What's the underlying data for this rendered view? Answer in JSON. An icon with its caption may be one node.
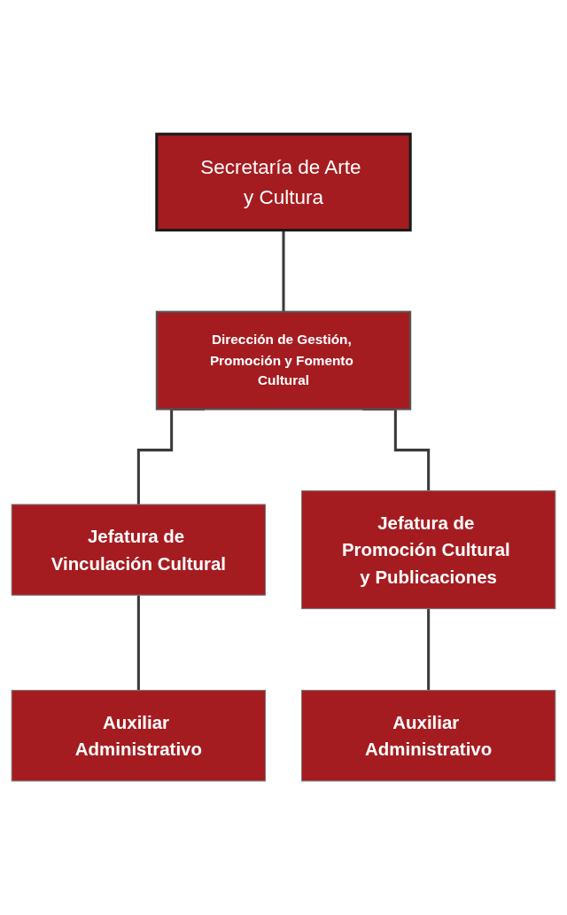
{
  "diagram": {
    "nodes": [
      {
        "text": [
          "Secretaría de Arte y Cultura"
        ]
      },
      {
        "text": [
          "Dirección de Gestión, Promoción y Fomento Cultural"
        ]
      },
      {
        "text": [
          "Jefatura de Vinculación Cultural"
        ]
      },
      {
        "text": [
          "Jefatura de Promoción Cultural y Publicaciones"
        ]
      },
      {
        "text": [
          "Auxiliar Administrativo"
        ]
      },
      {
        "text": [
          "Auxiliar Administrativo"
        ]
      }
    ],
    "edges": [
      {
        "from": 0,
        "to": 1,
        "arrow": "none"
      },
      {
        "from": 1,
        "to": 2,
        "arrow": "none"
      },
      {
        "from": 1,
        "to": 3,
        "arrow": "none"
      },
      {
        "from": 2,
        "to": 4,
        "arrow": "none"
      },
      {
        "from": 3,
        "to": 5,
        "arrow": "none"
      }
    ]
  }
}
